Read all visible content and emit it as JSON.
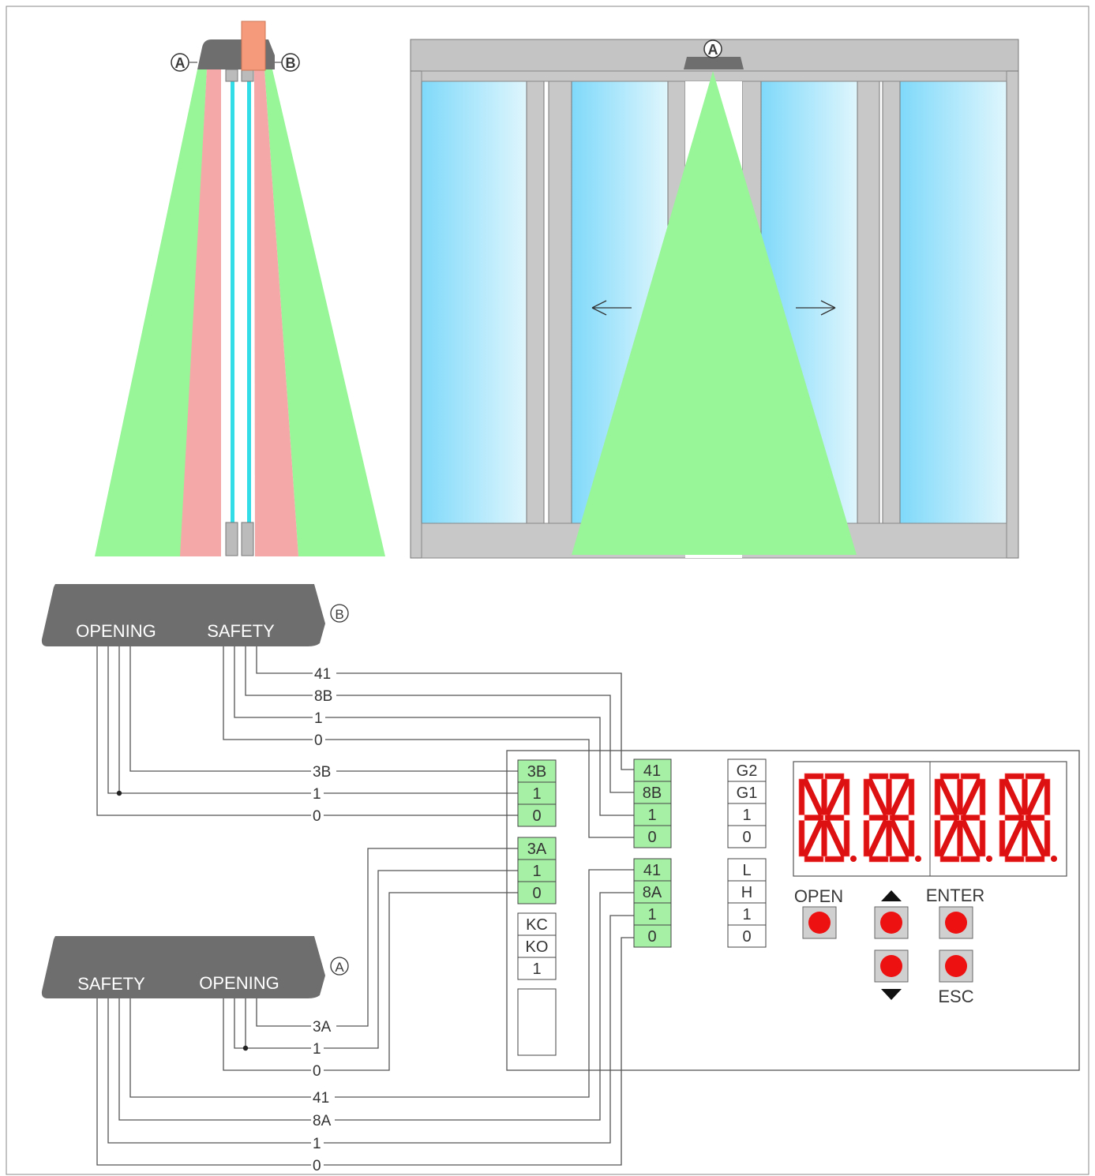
{
  "callouts": {
    "sensor_a": "A",
    "sensor_b": "B",
    "front_sensor": "A"
  },
  "sensor_b": {
    "left_label": "OPENING",
    "right_label": "SAFETY",
    "callout": "B"
  },
  "sensor_a": {
    "left_label": "SAFETY",
    "right_label": "OPENING",
    "callout": "A"
  },
  "wires_b_safety": [
    "41",
    "8B",
    "1",
    "0"
  ],
  "wires_b_opening": [
    "3B",
    "1",
    "0"
  ],
  "wires_a_opening": [
    "3A",
    "1",
    "0"
  ],
  "wires_a_safety": [
    "41",
    "8A",
    "1",
    "0"
  ],
  "terminals": {
    "col1_top": [
      "3B",
      "1",
      "0"
    ],
    "col1_mid": [
      "3A",
      "1",
      "0"
    ],
    "col1_white": [
      "KC",
      "KO",
      "1"
    ],
    "col2_top": [
      "41",
      "8B",
      "1",
      "0"
    ],
    "col2_bottom": [
      "41",
      "8A",
      "1",
      "0"
    ],
    "col3_top": [
      "G2",
      "G1",
      "1",
      "0"
    ],
    "col3_bottom": [
      "L",
      "H",
      "1",
      "0"
    ]
  },
  "controls": {
    "open_label": "OPEN",
    "enter_label": "ENTER",
    "esc_label": "ESC"
  },
  "colors": {
    "opening_field": "#98f598",
    "safety_field": "#f5a8a8",
    "glass": "#8fe0fb",
    "frame": "#c8c8c8",
    "sensor_body": "#6e6e6e",
    "terminal_green": "#a6f0a6",
    "display_red": "#dd1111"
  }
}
